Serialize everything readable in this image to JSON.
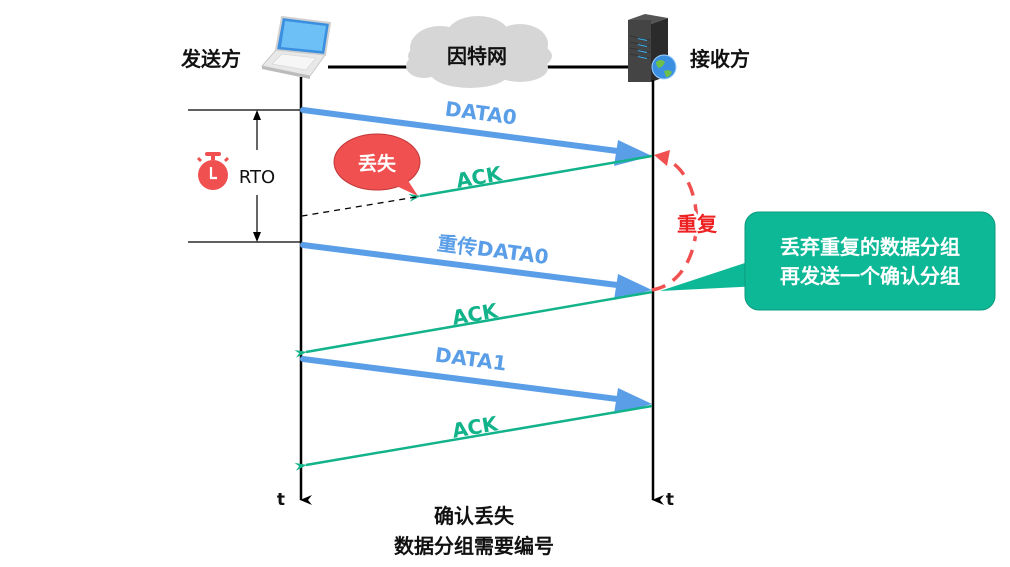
{
  "nodes": {
    "sender": {
      "label": "发送方",
      "icon": "laptop-icon"
    },
    "receiver": {
      "label": "接收方",
      "icon": "server-icon"
    },
    "network": {
      "label": "因特网",
      "icon": "cloud-icon"
    }
  },
  "timer": {
    "label": "RTO",
    "icon": "stopwatch-icon"
  },
  "messages": [
    {
      "id": "data0",
      "label": "DATA0",
      "direction": "sender-to-receiver",
      "kind": "data"
    },
    {
      "id": "ack0-lost",
      "label": "ACK",
      "direction": "receiver-to-sender",
      "kind": "ack",
      "lost": true
    },
    {
      "id": "data0-retransmit",
      "label": "重传DATA0",
      "direction": "sender-to-receiver",
      "kind": "data"
    },
    {
      "id": "ack0",
      "label": "ACK",
      "direction": "receiver-to-sender",
      "kind": "ack"
    },
    {
      "id": "data1",
      "label": "DATA1",
      "direction": "sender-to-receiver",
      "kind": "data"
    },
    {
      "id": "ack1",
      "label": "ACK",
      "direction": "receiver-to-sender",
      "kind": "ack"
    }
  ],
  "callouts": {
    "lost": "丢失",
    "duplicate": "重复",
    "note_line1": "丢弃重复的数据分组",
    "note_line2": "再发送一个确认分组"
  },
  "time_axis_label": "t",
  "caption": {
    "line1": "确认丢失",
    "line2": "数据分组需要编号"
  },
  "colors": {
    "data": "#5b9ee8",
    "ack": "#12b38a",
    "lost_bubble": "#f05050",
    "duplicate": "#ee2222",
    "note_box": "#0db896",
    "cloud": "#d6d6d6",
    "timer": "#f05050"
  }
}
